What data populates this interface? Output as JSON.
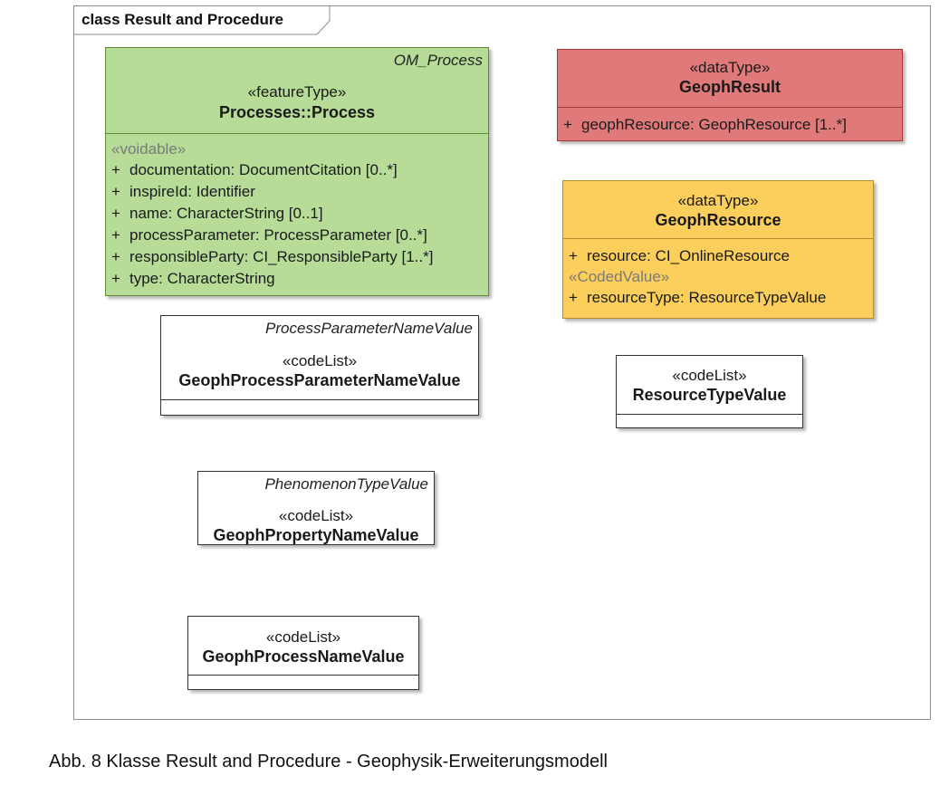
{
  "frame": {
    "label": "class Result and Procedure"
  },
  "classes": {
    "process": {
      "parent": "OM_Process",
      "stereotype": "«featureType»",
      "name": "Processes::Process",
      "group_label": "«voidable»",
      "attributes": [
        {
          "vis": "+",
          "text": "documentation:  DocumentCitation [0..*]"
        },
        {
          "vis": "+",
          "text": "inspireId:  Identifier"
        },
        {
          "vis": "+",
          "text": "name:  CharacterString [0..1]"
        },
        {
          "vis": "+",
          "text": "processParameter:  ProcessParameter [0..*]"
        },
        {
          "vis": "+",
          "text": "responsibleParty:  CI_ResponsibleParty [1..*]"
        },
        {
          "vis": "+",
          "text": "type:  CharacterString"
        }
      ]
    },
    "geophResult": {
      "stereotype": "«dataType»",
      "name": "GeophResult",
      "attributes": [
        {
          "vis": "+",
          "text": "geophResource:  GeophResource [1..*]"
        }
      ]
    },
    "geophResource": {
      "stereotype": "«dataType»",
      "name": "GeophResource",
      "attributes": [
        {
          "vis": "+",
          "text": "resource:  CI_OnlineResource"
        }
      ],
      "group_label": "«CodedValue»",
      "group_attributes": [
        {
          "vis": "+",
          "text": "resourceType:  ResourceTypeValue"
        }
      ]
    },
    "paramName": {
      "parent": "ProcessParameterNameValue",
      "stereotype": "«codeList»",
      "name": "GeophProcessParameterNameValue"
    },
    "resourceType": {
      "stereotype": "«codeList»",
      "name": "ResourceTypeValue"
    },
    "propertyName": {
      "parent": "PhenomenonTypeValue",
      "stereotype": "«codeList»",
      "name": "GeophPropertyNameValue"
    },
    "processName": {
      "stereotype": "«codeList»",
      "name": "GeophProcessNameValue"
    }
  },
  "caption": "Abb. 8 Klasse Result and Procedure - Geophysik-Erweiterungsmodell",
  "colors": {
    "featureType": "#b7dc98",
    "dataType_result": "#e07a7a",
    "dataType_resource": "#fccf5c",
    "codeList": "#ffffff"
  }
}
